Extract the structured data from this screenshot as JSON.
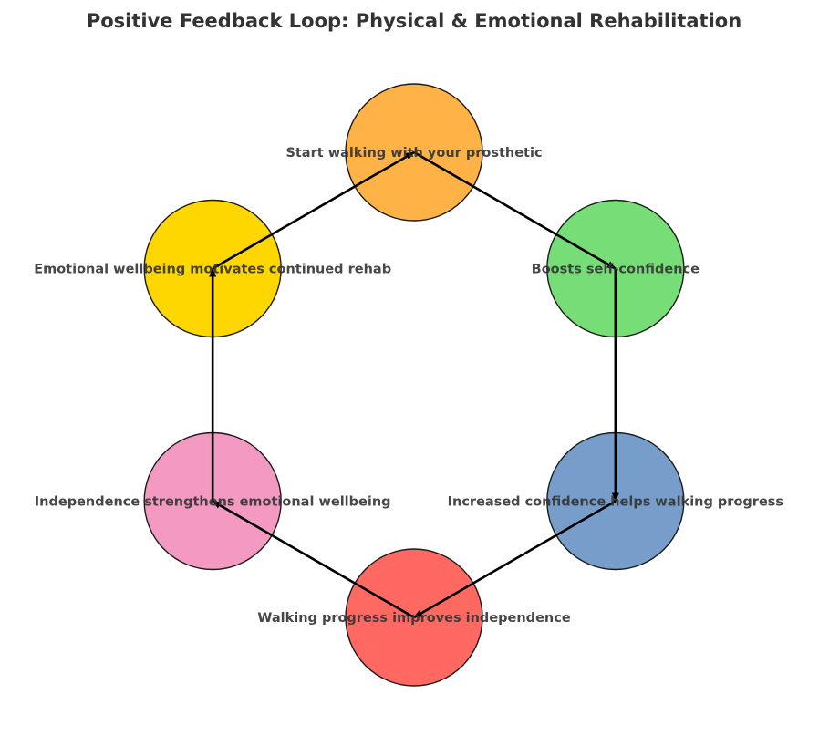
{
  "title": "Positive Feedback Loop: Physical & Emotional Rehabilitation",
  "nodes": [
    {
      "id": "start",
      "label": "Start walking with your prosthetic",
      "color": "#FFB347"
    },
    {
      "id": "confidence",
      "label": "Boosts self-confidence",
      "color": "#77DD77"
    },
    {
      "id": "progress",
      "label": "Increased confidence helps walking progress",
      "color": "#779ECB"
    },
    {
      "id": "independence",
      "label": "Walking progress improves independence",
      "color": "#FF6961"
    },
    {
      "id": "wellbeing",
      "label": "Independence strengthens emotional wellbeing",
      "color": "#F49AC2"
    },
    {
      "id": "motivation",
      "label": "Emotional wellbeing motivates continued rehab",
      "color": "#FFD700"
    }
  ],
  "edges": [
    {
      "from": "start",
      "to": "confidence"
    },
    {
      "from": "confidence",
      "to": "progress"
    },
    {
      "from": "progress",
      "to": "independence"
    },
    {
      "from": "independence",
      "to": "wellbeing"
    },
    {
      "from": "wellbeing",
      "to": "motivation"
    },
    {
      "from": "motivation",
      "to": "start"
    }
  ],
  "layout_type": "circular loop, clockwise"
}
